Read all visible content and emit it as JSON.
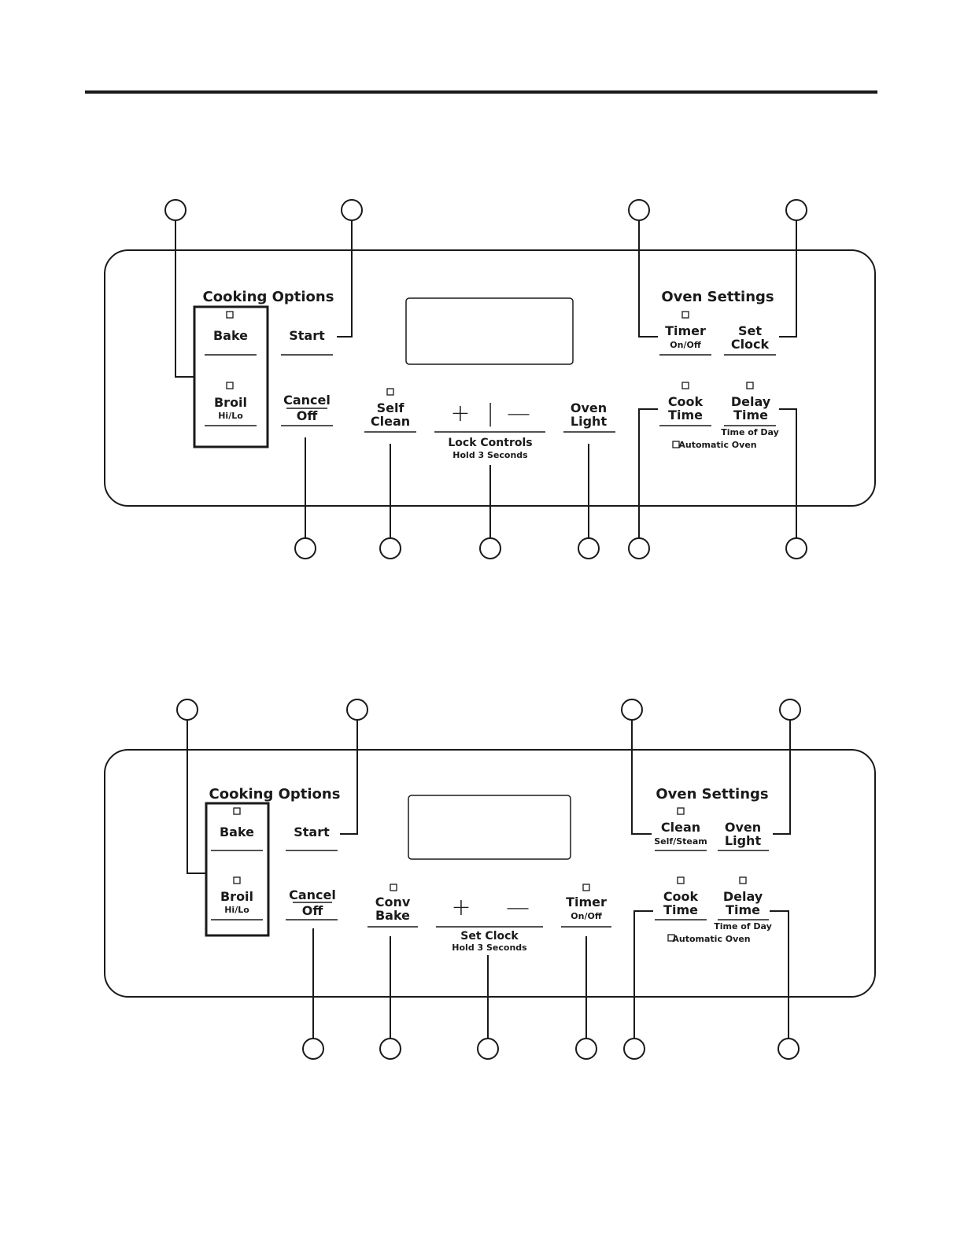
{
  "panel1": {
    "cooking_options": "Cooking Options",
    "oven_settings": "Oven Settings",
    "bake": "Bake",
    "broil": "Broil",
    "broil_sub": "Hi/Lo",
    "start": "Start",
    "cancel": "Cancel",
    "off": "Off",
    "self": "Self",
    "clean": "Clean",
    "plus": "+",
    "bar": "|",
    "minus": "—",
    "lock_controls": "Lock Controls",
    "hold": "Hold 3 Seconds",
    "oven": "Oven",
    "light": "Light",
    "timer": "Timer",
    "timer_sub": "On/Off",
    "set": "Set",
    "clock": "Clock",
    "cook": "Cook",
    "time": "Time",
    "delay": "Delay",
    "delay_time": "Time",
    "time_of_day": "Time of Day",
    "automatic_oven": "Automatic Oven"
  },
  "panel2": {
    "cooking_options": "Cooking Options",
    "oven_settings": "Oven Settings",
    "bake": "Bake",
    "broil": "Broil",
    "broil_sub": "Hi/Lo",
    "start": "Start",
    "cancel": "Cancel",
    "off": "Off",
    "conv": "Conv",
    "conv_bake": "Bake",
    "plus": "+",
    "minus": "—",
    "set_clock": "Set Clock",
    "hold": "Hold 3 Seconds",
    "timer": "Timer",
    "timer_sub": "On/Off",
    "clean": "Clean",
    "clean_sub": "Self/Steam",
    "oven": "Oven",
    "light": "Light",
    "cook": "Cook",
    "time": "Time",
    "delay": "Delay",
    "delay_time": "Time",
    "time_of_day": "Time of Day",
    "automatic_oven": "Automatic Oven"
  }
}
